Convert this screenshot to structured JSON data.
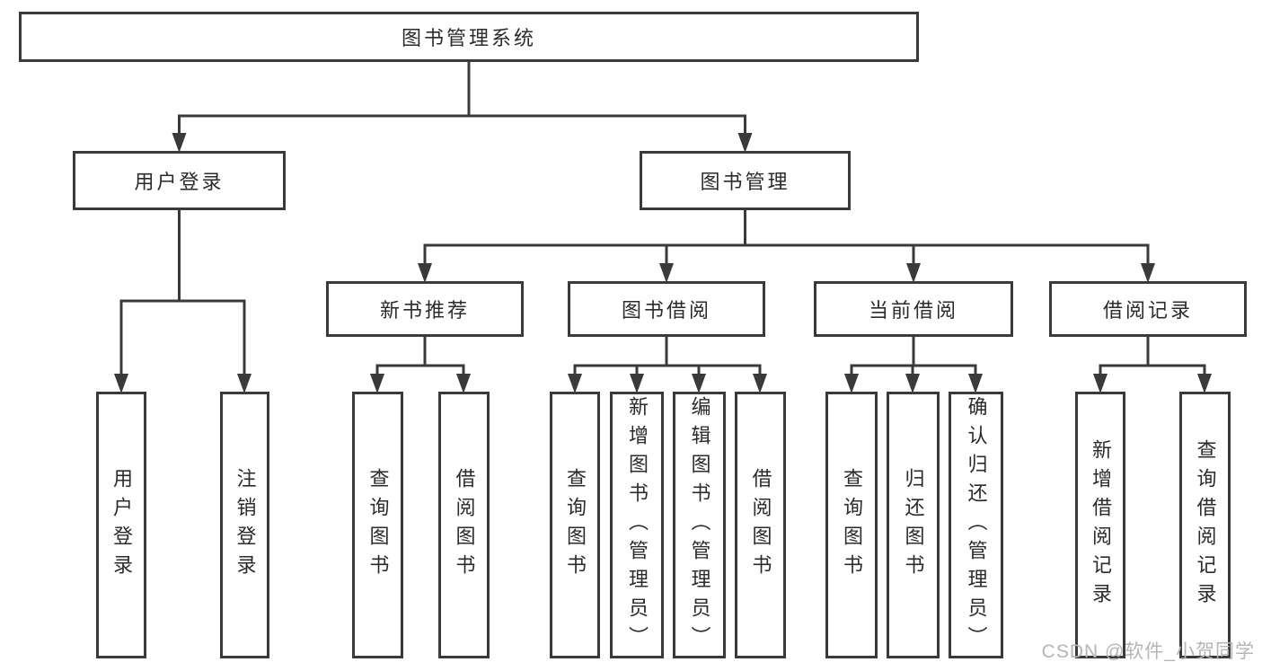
{
  "tree": {
    "label": "图书管理系统",
    "children": [
      {
        "label": "用户登录",
        "children": [
          {
            "label": "用户登录"
          },
          {
            "label": "注销登录"
          }
        ]
      },
      {
        "label": "图书管理",
        "children": [
          {
            "label": "新书推荐",
            "children": [
              {
                "label": "查询图书"
              },
              {
                "label": "借阅图书"
              }
            ]
          },
          {
            "label": "图书借阅",
            "children": [
              {
                "label": "查询图书"
              },
              {
                "label": "新增图书（管理员）"
              },
              {
                "label": "编辑图书（管理员）"
              },
              {
                "label": "借阅图书"
              }
            ]
          },
          {
            "label": "当前借阅",
            "children": [
              {
                "label": "查询图书"
              },
              {
                "label": "归还图书"
              },
              {
                "label": "确认归还（管理员）"
              }
            ]
          },
          {
            "label": "借阅记录",
            "children": [
              {
                "label": "新增借阅记录"
              },
              {
                "label": "查询借阅记录"
              }
            ]
          }
        ]
      }
    ]
  },
  "watermark": {
    "text": "CSDN @软件_小贺同学"
  },
  "colors": {
    "border": "#3a3a3a",
    "line": "#3a3a3a",
    "text": "#2b2b2b",
    "watermark": "#b5b5b5",
    "background": "#ffffff"
  }
}
